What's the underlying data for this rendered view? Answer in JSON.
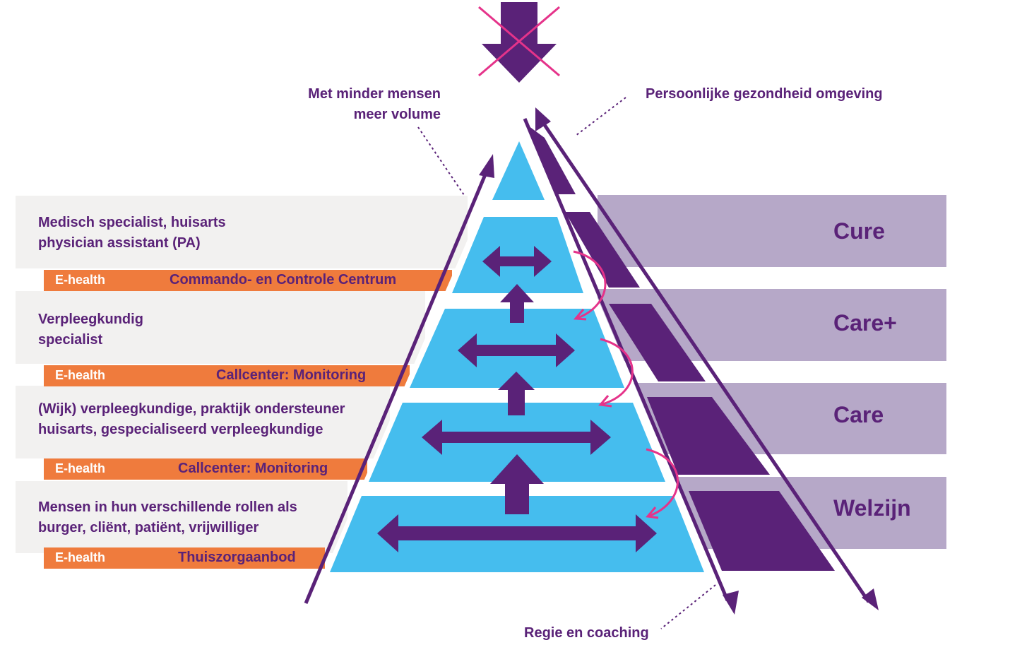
{
  "annotations": {
    "top_left": "Met minder mensen\nmeer volume",
    "top_right": "Persoonlijke gezondheid omgeving",
    "bottom": "Regie en coaching"
  },
  "rows": [
    {
      "text": "Medisch specialist, huisarts\nphysician assistant (PA)",
      "tag": "E-health",
      "service": "Commando- en Controle Centrum"
    },
    {
      "text": "Verpleegkundig\nspecialist",
      "tag": "E-health",
      "service": "Callcenter: Monitoring"
    },
    {
      "text": "(Wijk) verpleegkundige, praktijk ondersteuner\nhuisarts, gespecialiseerd verpleegkundige",
      "tag": "E-health",
      "service": "Callcenter: Monitoring"
    },
    {
      "text": "Mensen in hun verschillende rollen als\nburger, cliënt, patiënt, vrijwilliger",
      "tag": "E-health",
      "service": "Thuiszorgaanbod"
    }
  ],
  "levels": [
    "Cure",
    "Care+",
    "Care",
    "Welzijn"
  ],
  "icons": {
    "top": "crossed-down-arrow-icon",
    "horizontal": "double-headed-arrow-icon",
    "vertical": "up-arrow-icon",
    "transition": "curved-arrow-icon"
  },
  "colors": {
    "purple": "#5a2278",
    "pyramid_blue": "#45bdee",
    "orange": "#ef7b3d",
    "lavender": "#b6a8c8",
    "band_grey": "#f2f1f0",
    "magenta": "#e5338a"
  }
}
